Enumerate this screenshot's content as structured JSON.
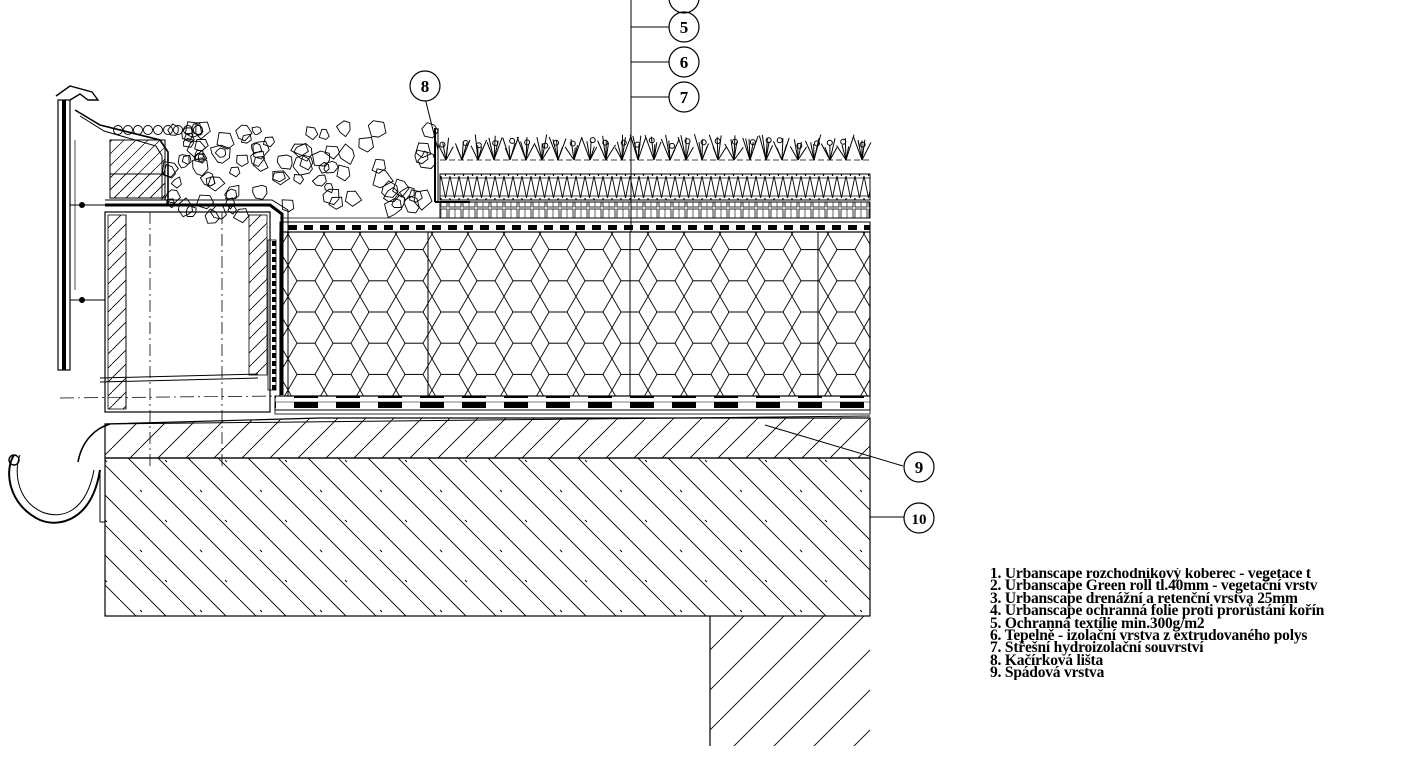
{
  "callouts": {
    "c5": "5",
    "c6": "6",
    "c7": "7",
    "c8": "8",
    "c9": "9",
    "c10": "10"
  },
  "legend": [
    "1. Urbanscape rozchodníkový koberec - vegetace t",
    "2. Urbanscape Green roll tl.40mm - vegetační vrstv",
    "3. Urbanscape drenážní a retenční vrstva 25mm",
    "4. Urbanscape ochranná folie proti prorůstání kořín",
    "5. Ochranná textílie min.300g/m2",
    "6. Tepelně - izolační vrstva z extrudovaného polys",
    "7. Střešní hydroizolační souvrství",
    "8. Kačírková lišta",
    "9. Spádová vrstva"
  ],
  "colors": {
    "line": "#000000",
    "background": "#ffffff"
  }
}
